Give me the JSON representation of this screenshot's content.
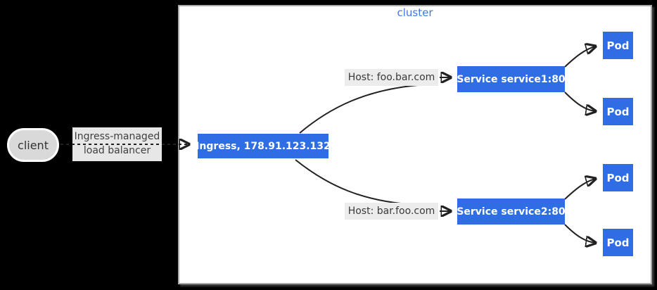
{
  "cluster": {
    "label": "cluster"
  },
  "client": {
    "label": "client"
  },
  "load_balancer": {
    "line1": "Ingress-managed",
    "line2": "load balancer"
  },
  "ingress": {
    "label": "Ingress, 178.91.123.132"
  },
  "routes": [
    {
      "host_label": "Host: foo.bar.com",
      "service_label": "Service service1:80",
      "pod_labels": [
        "Pod",
        "Pod"
      ]
    },
    {
      "host_label": "Host: bar.foo.com",
      "service_label": "Service service2:80",
      "pod_labels": [
        "Pod",
        "Pod"
      ]
    }
  ],
  "colors": {
    "background": "#000000",
    "cluster_fill": "#ffffff",
    "cluster_border": "#a9a9a9",
    "cluster_label_blue": "#4078e0",
    "node_blue": "#2e6de4",
    "node_text": "#ffffff",
    "label_gray": "#ececec",
    "lb_gray": "#e7e7e7",
    "client_gray": "#d9d9d9",
    "connector_line": "#212121"
  }
}
